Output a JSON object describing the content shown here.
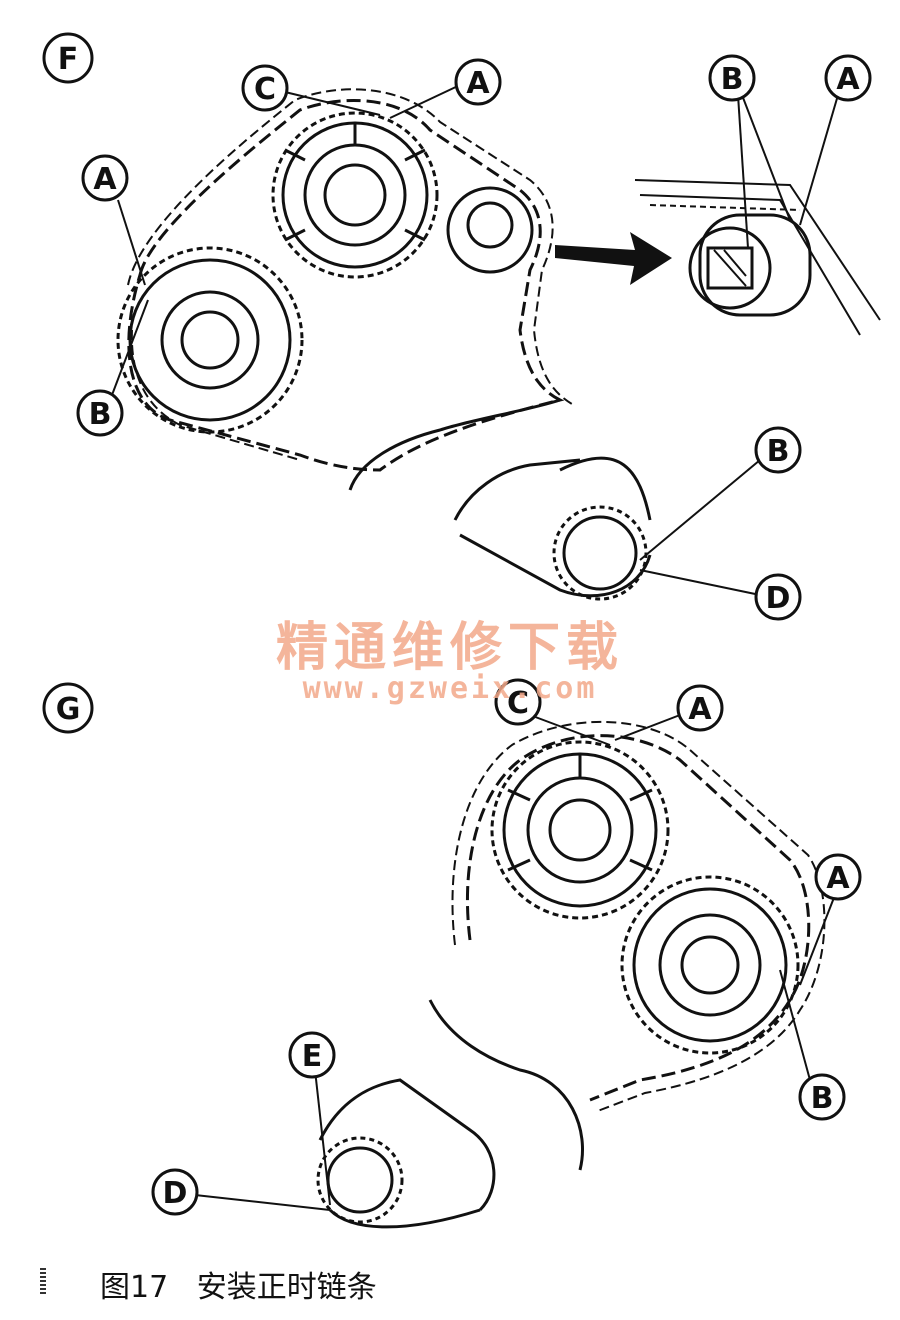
{
  "panels": [
    {
      "id": "F",
      "label": "F"
    },
    {
      "id": "G",
      "label": "G"
    }
  ],
  "callouts": {
    "A": "A",
    "B": "B",
    "C": "C",
    "D": "D",
    "E": "E"
  },
  "watermark": {
    "line1": "精通维修下载",
    "line2": "www.gzweix.com",
    "color": "#f3a98a"
  },
  "caption": {
    "figure": "图17",
    "title": "安装正时链条"
  },
  "colors": {
    "ink": "#111111",
    "background": "#ffffff"
  }
}
